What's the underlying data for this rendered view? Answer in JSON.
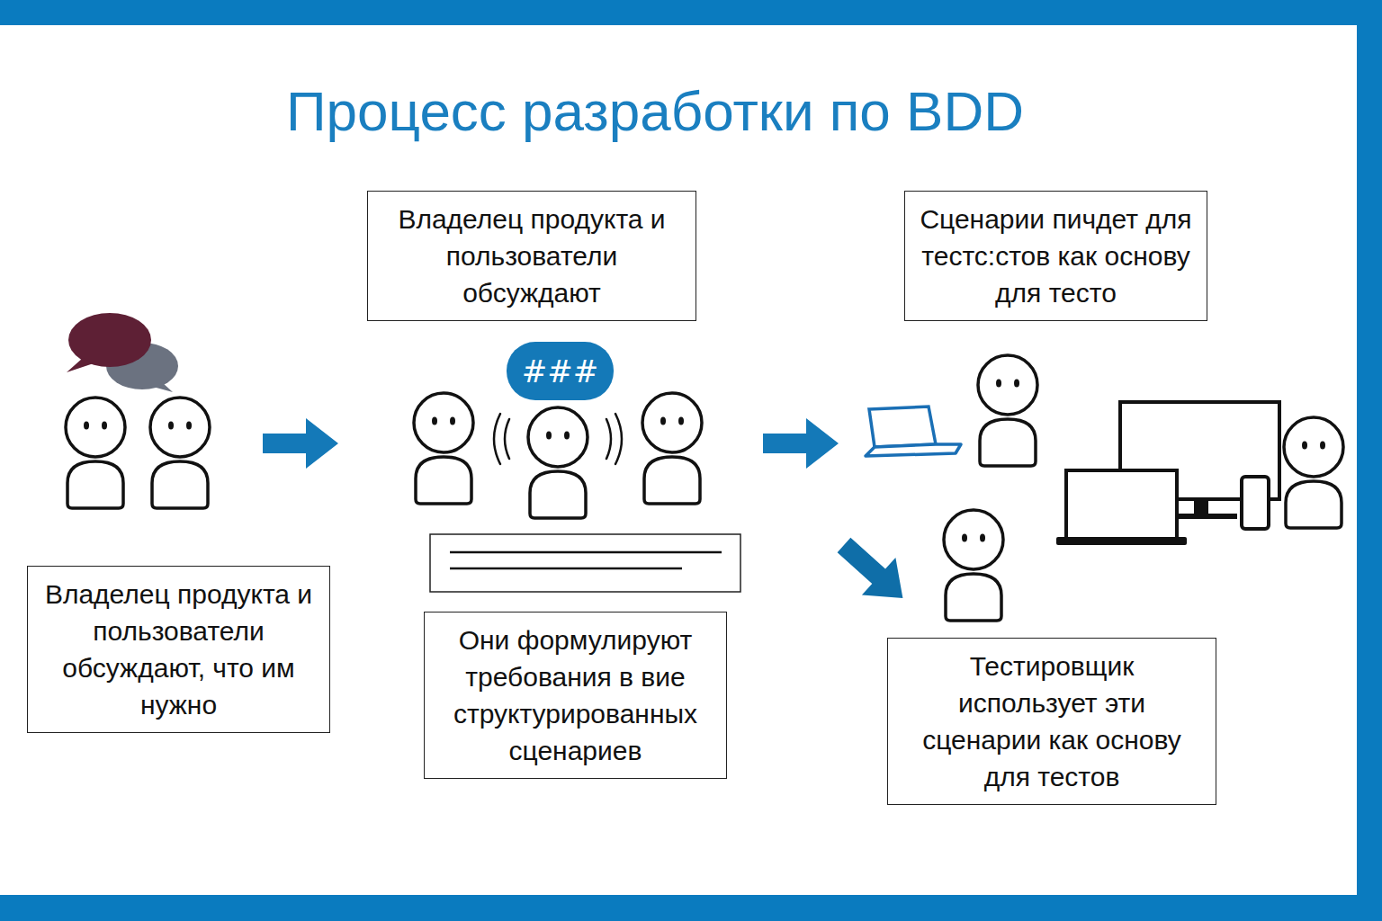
{
  "diagram": {
    "title": "Процесс разработки по BDD",
    "nodes": [
      {
        "text": [
          "Владелец продукта и пользователи обсуждают"
        ]
      },
      {
        "text": [
          "Сценарии пичдет для тестс:стов как основу для тесто"
        ]
      },
      {
        "text": [
          "Владелец продукта и пользователи обсуждают, что им нужно"
        ]
      },
      {
        "text": [
          "Они формулируют требования в вие структурированных сценариев"
        ]
      },
      {
        "text": [
          "Тестировщик использует эти сценарии как основу для тестов"
        ]
      }
    ],
    "labels": [
      "###"
    ]
  }
}
